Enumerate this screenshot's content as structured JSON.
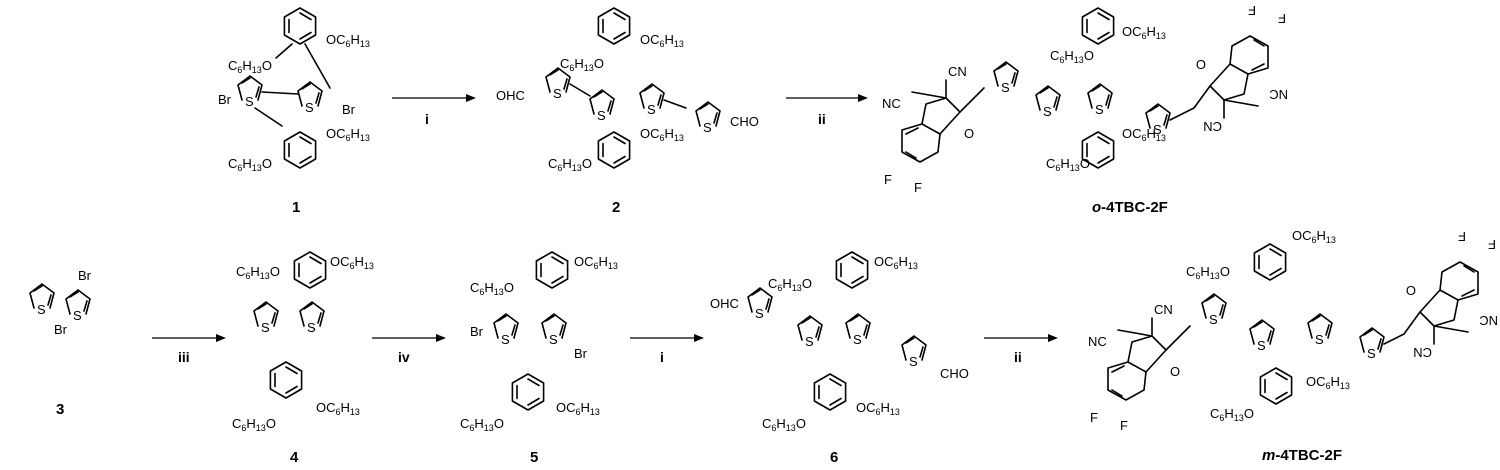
{
  "compounds": {
    "c1": {
      "number": "1"
    },
    "c2": {
      "number": "2"
    },
    "c3": {
      "number": "3"
    },
    "c4": {
      "number": "4"
    },
    "c5": {
      "number": "5"
    },
    "c6": {
      "number": "6"
    },
    "o_product": {
      "prefix": "o",
      "name": "-4TBC-2F"
    },
    "m_product": {
      "prefix": "m",
      "name": "-4TBC-2F"
    }
  },
  "reagents": {
    "arrow1": "i",
    "arrow2": "ii",
    "arrow3": "iii",
    "arrow4": "iv",
    "arrow5": "i",
    "arrow6": "ii"
  },
  "atoms": {
    "sulfur": "S",
    "bromine": "Br",
    "fluorine": "F",
    "oxygen": "O",
    "aldehyde_right": "CHO",
    "aldehyde_left": "OHC",
    "cyano": "CN",
    "cyano_left": "NC",
    "hexyloxy_left_prefix": "C",
    "hexyloxy_left_sub1": "6",
    "hexyloxy_left_mid": "H",
    "hexyloxy_left_sub2": "13",
    "hexyloxy_left_suffix": "O",
    "hexyloxy_right_prefix": "OC",
    "hexyloxy_right_sub1": "6",
    "hexyloxy_right_mid": "H",
    "hexyloxy_right_sub2": "13"
  }
}
